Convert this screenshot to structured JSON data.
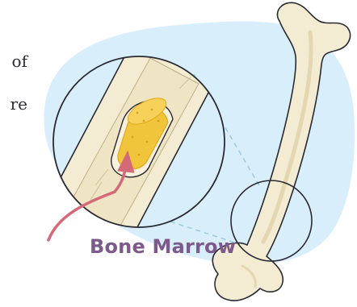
{
  "diagram": {
    "label": "Bone Marrow",
    "side_text": [
      "of",
      "re"
    ],
    "colors": {
      "background_blob": "#d9eefb",
      "bone_fill": "#f3ecd2",
      "bone_shadow": "#e3d6b0",
      "outline": "#2a2a33",
      "marrow": "#f1c53b",
      "marrow_edge": "#e0a91a",
      "arrow": "#d46a78",
      "label": "#7d5a8b",
      "dashed": "#9ec8df"
    }
  }
}
